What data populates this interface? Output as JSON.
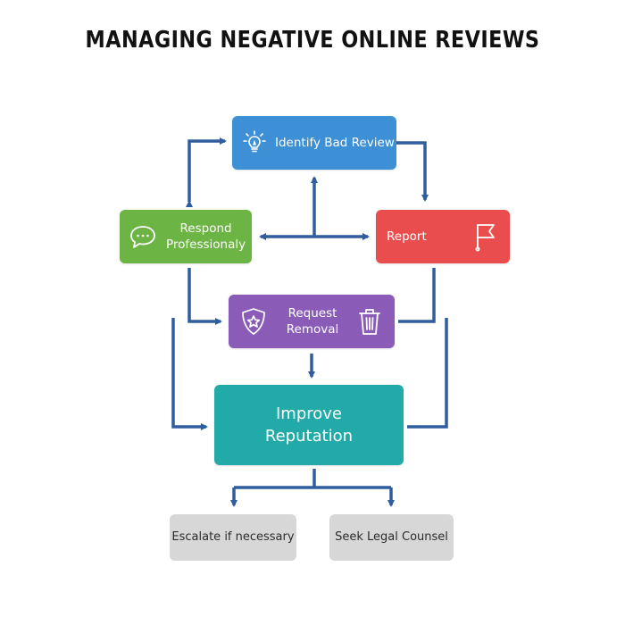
{
  "title": "MANAGING NEGATIVE ONLINE REVIEWS",
  "colors": {
    "arrow": "#2f5d9e",
    "identify": "#3d8fd6",
    "respond": "#6cb443",
    "report": "#ea4d4d",
    "request": "#8a5cb8",
    "improve": "#21aaa8",
    "grey_box": "#d7d7d7",
    "grey_text": "#2b2b2b"
  },
  "nodes": {
    "identify": {
      "label": "Identify Bad Review",
      "icon": "lightbulb-icon"
    },
    "respond": {
      "label": "Respond\nProfessionaly",
      "icon": "speech-bubble-icon"
    },
    "report": {
      "label": "Report",
      "icon": "flag-icon"
    },
    "request": {
      "label": "Request\nRemoval",
      "icons": [
        "shield-star-icon",
        "trash-icon"
      ]
    },
    "improve": {
      "label": "Improve\nReputation"
    },
    "escalate": {
      "label": "Escalate if necessary"
    },
    "legal": {
      "label": "Seek Legal Counsel"
    }
  }
}
